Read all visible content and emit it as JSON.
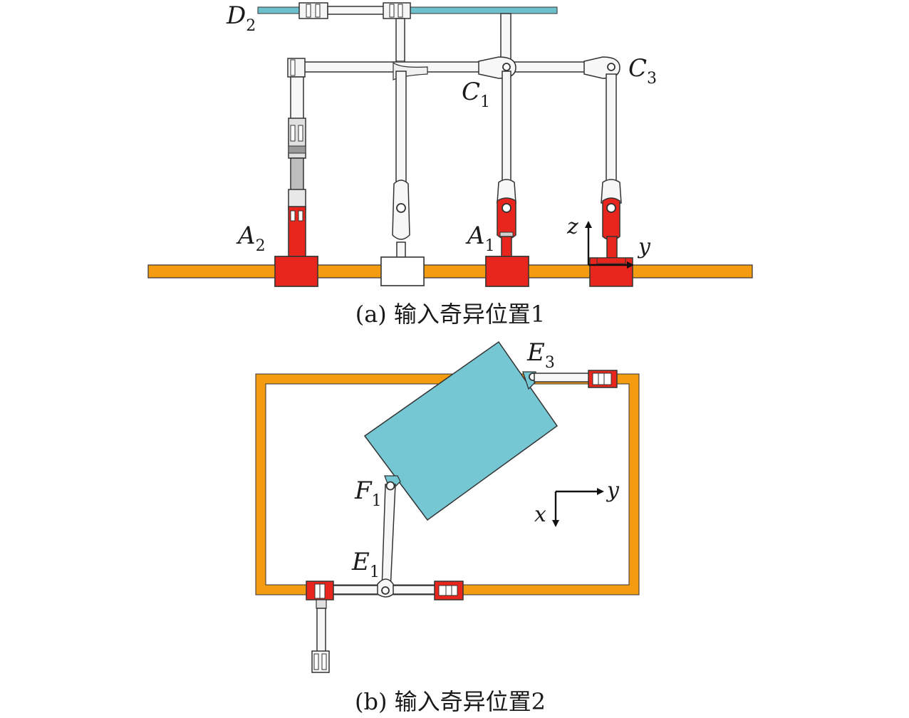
{
  "colors": {
    "rail": "#f39c12",
    "actuator": "#e8261e",
    "platform": "#74c7d3",
    "top_bar": "#6ec0cc",
    "link": "#f7f7f7",
    "outline": "#333333"
  },
  "panel_a": {
    "labels": {
      "D": "D",
      "D_sub": "2",
      "C1": "C",
      "C1_sub": "1",
      "C3": "C",
      "C3_sub": "3",
      "A2": "A",
      "A2_sub": "2",
      "A1": "A",
      "A1_sub": "1"
    },
    "axes": {
      "z": "z",
      "y": "y"
    },
    "caption": "(a) 输入奇异位置1"
  },
  "panel_b": {
    "labels": {
      "E3": "E",
      "E3_sub": "3",
      "F1": "F",
      "F1_sub": "1",
      "E1": "E",
      "E1_sub": "1"
    },
    "axes": {
      "y": "y",
      "x": "x"
    },
    "caption": "(b) 输入奇异位置2"
  }
}
